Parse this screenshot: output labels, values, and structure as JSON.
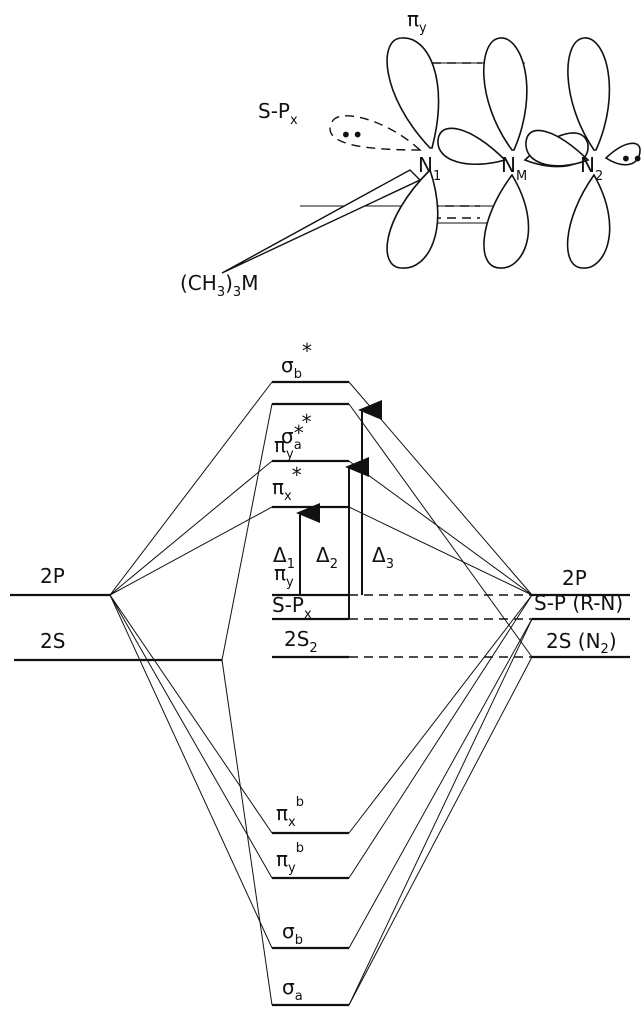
{
  "top_diagram": {
    "pi_y_label": {
      "main": "π",
      "sub": "y"
    },
    "sp_label": {
      "main": "S-P",
      "sub": "x"
    },
    "lone_pair": "••",
    "n1": {
      "main": "N",
      "sub": "1"
    },
    "nm": {
      "main": "N",
      "sub": "M"
    },
    "n2": {
      "main": "N",
      "sub": "2"
    },
    "methyl": {
      "part1": "(CH",
      "sub1": "3",
      "part2": ")",
      "sub2": "3",
      "part3": "M"
    }
  },
  "mo_diagram": {
    "left_levels": [
      {
        "id": "2p",
        "label": "2P"
      },
      {
        "id": "2s",
        "label": "2S"
      }
    ],
    "right_levels": [
      {
        "id": "2p",
        "label": "2P"
      },
      {
        "id": "sp-rn",
        "label": "S-P (R-N)"
      },
      {
        "id": "2s-n2",
        "label": "2S (N",
        "sub": "2",
        "tail": ")"
      }
    ],
    "center_levels": [
      {
        "id": "sigma-b-star",
        "main": "σ",
        "sub": "b",
        "sup": "*"
      },
      {
        "id": "sigma-a-star",
        "main": "σ",
        "sub": "a",
        "sup": "*"
      },
      {
        "id": "pi-y-star",
        "main": "π",
        "sub": "y",
        "sup": "*"
      },
      {
        "id": "pi-x-star",
        "main": "π",
        "sub": "x",
        "sup": "*"
      },
      {
        "id": "pi-y",
        "main": "π",
        "sub": "y",
        "sup": ""
      },
      {
        "id": "sp-x",
        "main": "S-P",
        "sub": "x",
        "sup": ""
      },
      {
        "id": "2s2",
        "main": "2S",
        "sub": "2",
        "sup": ""
      },
      {
        "id": "pi-x-b",
        "main": "π",
        "sub": "x",
        "sup": "b"
      },
      {
        "id": "pi-y-b",
        "main": "π",
        "sub": "y",
        "sup": "b"
      },
      {
        "id": "sigma-b",
        "main": "σ",
        "sub": "b",
        "sup": ""
      },
      {
        "id": "sigma-a",
        "main": "σ",
        "sub": "a",
        "sup": ""
      }
    ],
    "transitions": [
      {
        "id": "delta1",
        "main": "Δ",
        "sub": "1"
      },
      {
        "id": "delta2",
        "main": "Δ",
        "sub": "2"
      },
      {
        "id": "delta3",
        "main": "Δ",
        "sub": "3"
      }
    ]
  }
}
